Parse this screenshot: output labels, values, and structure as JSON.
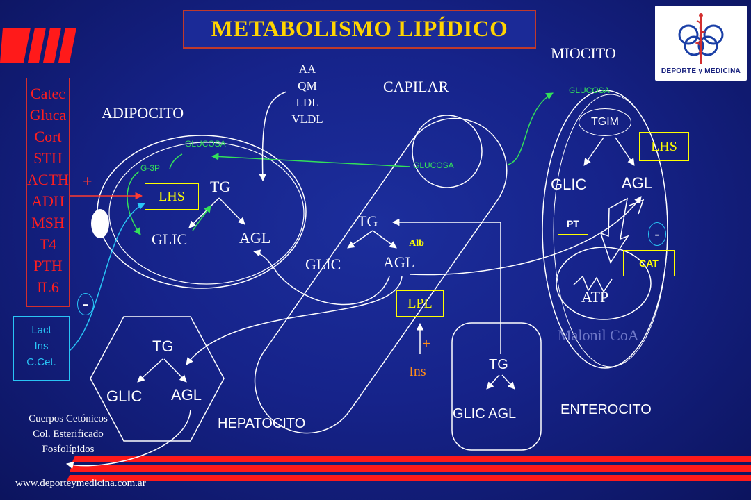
{
  "title": "METABOLISMO LIPÍDICO",
  "logo": {
    "text": "DEPORTE y MEDICINA"
  },
  "hormones": [
    "Catec",
    "Gluca",
    "Cort",
    "STH",
    "ACTH",
    "ADH",
    "MSH",
    "T4",
    "PTH",
    "IL6"
  ],
  "inhibitors": [
    "Lact",
    "Ins",
    "C.Cet."
  ],
  "signs": {
    "plus_adipo": "+",
    "minus_adipo": "-",
    "plus_ins": "+",
    "minus_cat": "-"
  },
  "adipocito": {
    "title": "ADIPOCITO",
    "glucosa": "GLUCOSA",
    "g3p": "G-3P",
    "lhs": "LHS",
    "tg": "TG",
    "glic": "GLIC",
    "agl": "AGL"
  },
  "capilar": {
    "title": "CAPILAR",
    "glucosa": "GLUCOSA",
    "tg": "TG",
    "alb": "Alb",
    "glic": "GLIC",
    "agl": "AGL",
    "lpl": "LPL",
    "ins": "Ins"
  },
  "lipoproteins": [
    "AA",
    "QM",
    "LDL",
    "VLDL"
  ],
  "miocito": {
    "title": "MIOCITO",
    "glucosa": "GLUCOSA",
    "tgim": "TGIM",
    "lhs": "LHS",
    "glic": "GLIC",
    "agl": "AGL",
    "pt": "PT",
    "cat": "CAT",
    "atp": "ATP",
    "malonil": "Malonil CoA"
  },
  "enterocito": {
    "title": "ENTEROCITO",
    "tg": "TG",
    "glic_agl": "GLIC AGL"
  },
  "hepatocito": {
    "title": "HEPATOCITO",
    "tg": "TG",
    "glic": "GLIC",
    "agl": "AGL",
    "products": [
      "Cuerpos Cetónicos",
      "Col. Esterificado",
      "Fosfolípidos"
    ]
  },
  "footer_url": "www.deporteymedicina.com.ar",
  "colors": {
    "background": "#16238a",
    "title": "#ffd400",
    "title_border": "#c0392b",
    "hormones": "#ff1f1f",
    "inhibitors": "#29c5f6",
    "glucose_path": "#33e05a",
    "enzyme_box": "#ffff00",
    "insulin": "#ff8c1a",
    "malonil": "#6f78c8"
  }
}
